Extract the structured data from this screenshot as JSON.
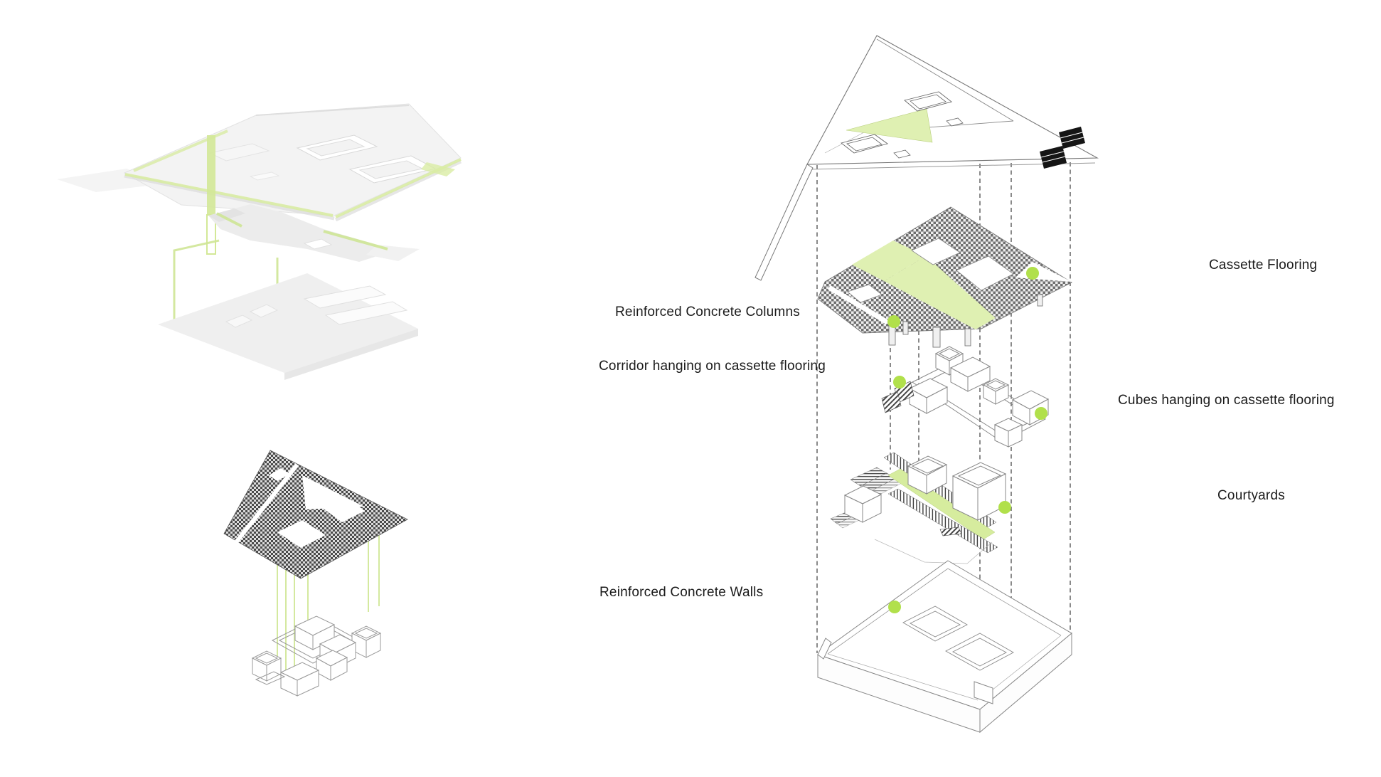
{
  "colors": {
    "marker_green": "#b1e04b",
    "band_green": "#dff0b2",
    "ramp_green": "#d6ec9e",
    "soft_green": "#d9eca4"
  },
  "annotations": {
    "cassette_flooring": "Cassette Flooring",
    "reinforced_concrete_columns": "Reinforced Concrete Columns",
    "corridor_hanging": "Corridor hanging on cassette flooring",
    "cubes_hanging": "Cubes hanging on cassette flooring",
    "courtyards": "Courtyards",
    "reinforced_concrete_walls": "Reinforced Concrete Walls"
  }
}
